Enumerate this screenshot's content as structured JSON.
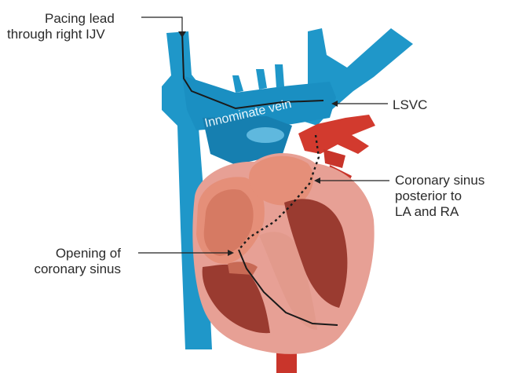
{
  "labels": {
    "pacing_lead": [
      "Pacing lead",
      "through right IJV"
    ],
    "lsvc": "LSVC",
    "coronary_sinus": [
      "Coronary sinus",
      "posterior to",
      "LA and RA"
    ],
    "opening": [
      "Opening of",
      "coronary sinus"
    ],
    "innominate": "Innominate vein"
  },
  "colors": {
    "vein": "#1f97c9",
    "vein_dark": "#147aa8",
    "artery": "#d23a2e",
    "atrium": "#e58f79",
    "myocardium": "#e7a095",
    "ventricle_cavity": "#9a3b30",
    "lead": "#1a1a1a"
  }
}
